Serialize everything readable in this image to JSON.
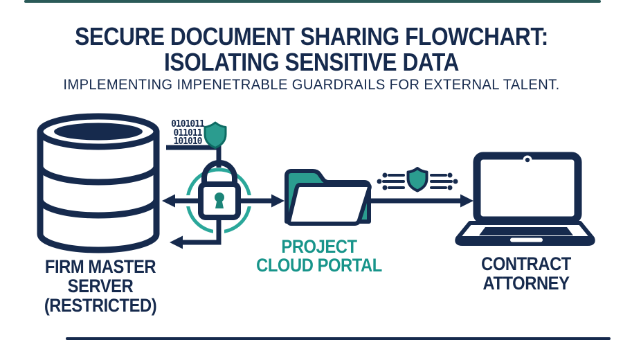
{
  "header": {
    "title_line1": "SECURE DOCUMENT SHARING FLOWCHART:",
    "title_line2": "ISOLATING SENSITIVE DATA",
    "subtitle": "IMPLEMENTING IMPENETRABLE GUARDRAILS FOR EXTERNAL TALENT."
  },
  "binary_code": {
    "lines": [
      "0101011",
      "011011",
      "101010"
    ]
  },
  "nodes": {
    "server": {
      "lines": [
        "FIRM MASTER",
        "SERVER",
        "(RESTRICTED)"
      ]
    },
    "portal": {
      "lines": [
        "PROJECT",
        "CLOUD PORTAL"
      ]
    },
    "attorney": {
      "lines": [
        "CONTRACT",
        "ATTORNEY"
      ]
    }
  },
  "icons": [
    "database-icon",
    "padlock-icon",
    "shield-icon",
    "secure-transfer-shield-icon",
    "folder-icon",
    "laptop-icon"
  ],
  "colors": {
    "navy": "#162a4d",
    "teal": "#2b9c8f",
    "teal_text": "#17948a",
    "teal_circle": "#2aa79a",
    "keyhole_teal": "#1b8478",
    "top_bar": "#2a5a58",
    "bottom_bar": "#162a4d",
    "background": "#ffffff"
  }
}
